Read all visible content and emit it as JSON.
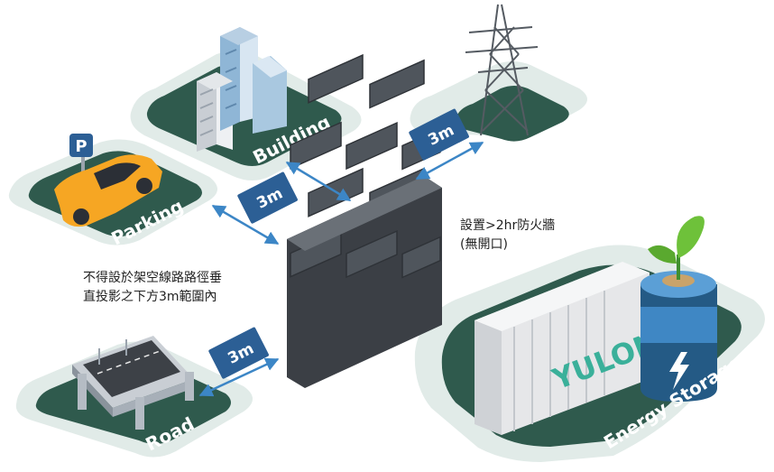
{
  "zones": {
    "building": "Building",
    "grid": "Grid",
    "parking": "Parking",
    "road": "Road",
    "energy_storage": "Energy Storage"
  },
  "distances": {
    "building_wall": "3m",
    "grid_wall": "3m",
    "road_wall": "3m"
  },
  "container_brand": "YULON",
  "parking_sign": "P",
  "notes": {
    "firewall": "設置>2hr防火牆\n(無開口)",
    "overhead_line": "不得設於架空線路路徑垂\n直投影之下方3m範圍內"
  },
  "colors": {
    "pad_dark": "#2f5a4d",
    "pad_light": "#e1ebe8",
    "arrow": "#3c86c6",
    "label_box": "#2c5f95",
    "brick": "#4a4f55",
    "container": "#eeeeee",
    "brand": "#3ab09a",
    "battery": "#245a85"
  }
}
